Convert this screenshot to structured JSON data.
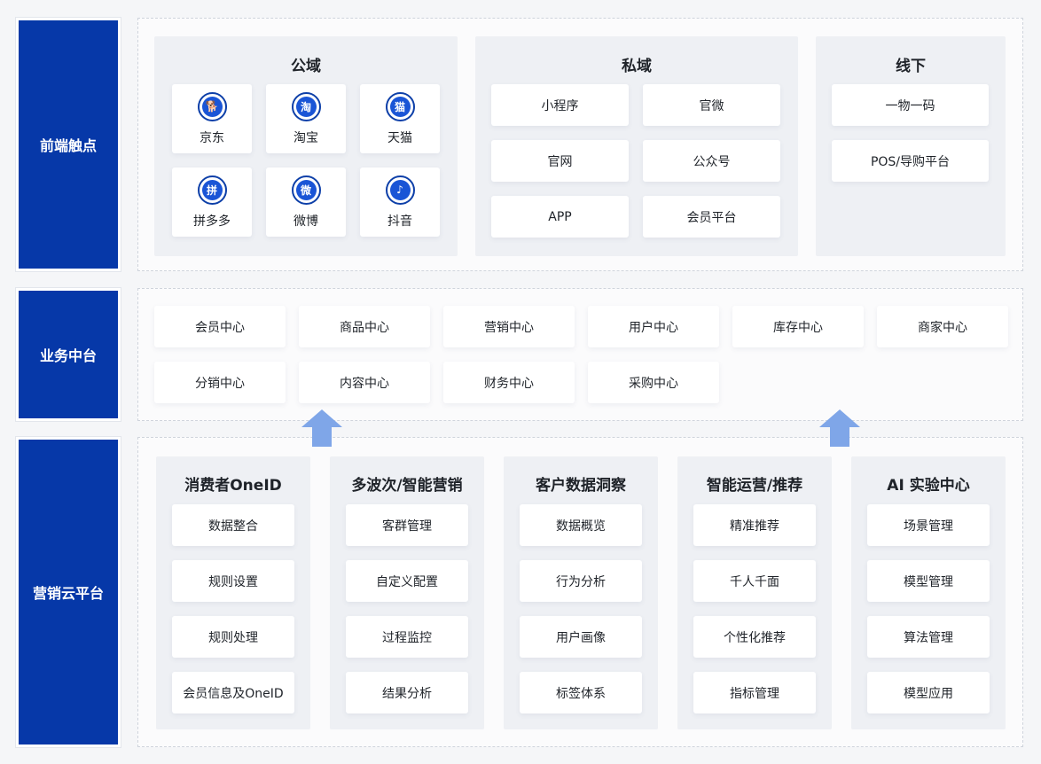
{
  "labels": {
    "frontend": "前端触点",
    "business": "业务中台",
    "marketing": "营销云平台"
  },
  "frontend": {
    "public": {
      "title": "公域",
      "items": [
        {
          "label": "京东",
          "icon": "jd-icon",
          "glyph": "🐕"
        },
        {
          "label": "淘宝",
          "icon": "taobao-icon",
          "glyph": "淘"
        },
        {
          "label": "天猫",
          "icon": "tmall-icon",
          "glyph": "猫"
        },
        {
          "label": "拼多多",
          "icon": "pinduoduo-icon",
          "glyph": "拼"
        },
        {
          "label": "微博",
          "icon": "weibo-icon",
          "glyph": "微"
        },
        {
          "label": "抖音",
          "icon": "douyin-icon",
          "glyph": "♪"
        }
      ]
    },
    "private": {
      "title": "私域",
      "items": [
        "小程序",
        "官微",
        "官网",
        "公众号",
        "APP",
        "会员平台"
      ]
    },
    "offline": {
      "title": "线下",
      "items": [
        "一物一码",
        "POS/导购平台"
      ]
    }
  },
  "business": {
    "items": [
      "会员中心",
      "商品中心",
      "营销中心",
      "用户中心",
      "库存中心",
      "商家中心",
      "分销中心",
      "内容中心",
      "财务中心",
      "采购中心"
    ]
  },
  "marketing": {
    "groups": [
      {
        "title": "消费者OneID",
        "items": [
          "数据整合",
          "规则设置",
          "规则处理",
          "会员信息及OneID"
        ]
      },
      {
        "title": "多波次/智能营销",
        "items": [
          "客群管理",
          "自定义配置",
          "过程监控",
          "结果分析"
        ]
      },
      {
        "title": "客户数据洞察",
        "items": [
          "数据概览",
          "行为分析",
          "用户画像",
          "标签体系"
        ]
      },
      {
        "title": "智能运营/推荐",
        "items": [
          "精准推荐",
          "千人千面",
          "个性化推荐",
          "指标管理"
        ]
      },
      {
        "title": "AI 实验中心",
        "items": [
          "场景管理",
          "模型管理",
          "算法管理",
          "模型应用"
        ]
      }
    ]
  },
  "colors": {
    "label_bg": "#0638a8",
    "icon_blue": "#1a55d6",
    "arrow": "#7fa6e8"
  }
}
